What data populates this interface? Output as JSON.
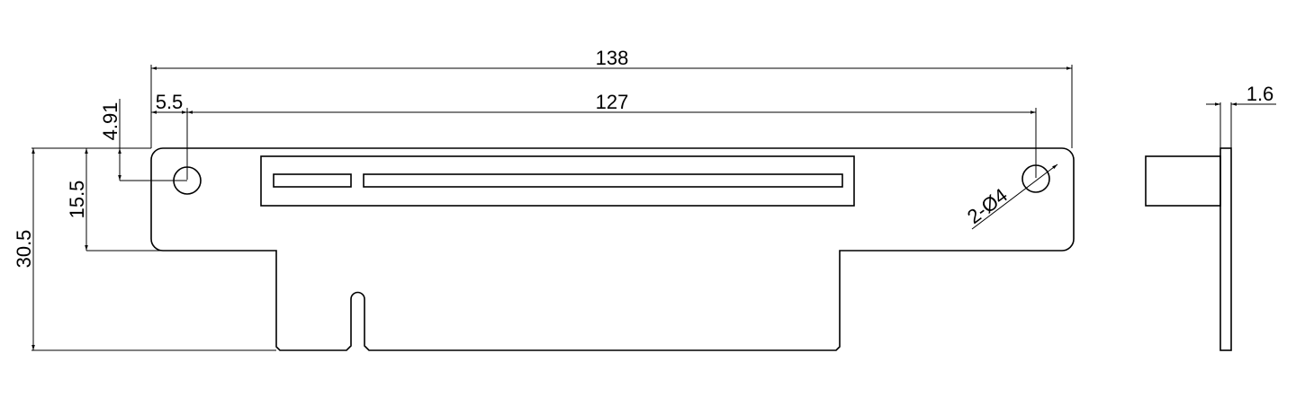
{
  "drawing": {
    "dimensions": {
      "overall_length": "138",
      "hole_spacing": "127",
      "hole_offset_x": "5.5",
      "hole_offset_y": "4.91",
      "upper_height": "15.5",
      "total_height": "30.5",
      "thickness": "1.6",
      "holes": "2-Ø4"
    },
    "line_color": "#000000",
    "background": "#ffffff"
  }
}
